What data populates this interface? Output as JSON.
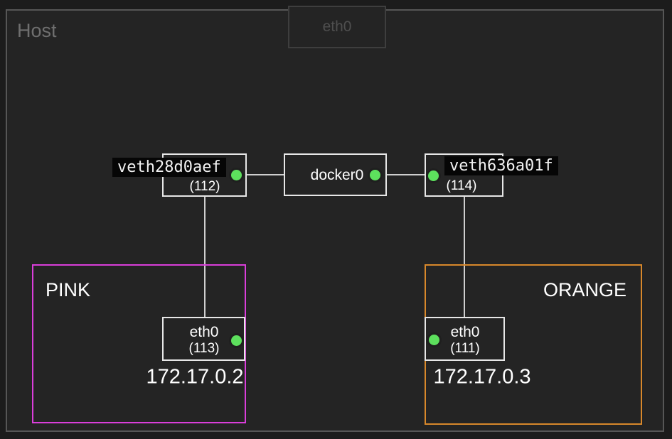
{
  "host": {
    "label": "Host"
  },
  "external_interface": {
    "label": "eth0"
  },
  "bridge": {
    "label": "docker0"
  },
  "veths": {
    "left": {
      "label": "veth28d0aef",
      "index": "(112)"
    },
    "right": {
      "label": "veth636a01f",
      "index": "(114)"
    }
  },
  "containers": {
    "pink": {
      "name": "PINK",
      "iface": "eth0",
      "index": "(113)",
      "ip": "172.17.0.2",
      "border_color": "#da3eda"
    },
    "orange": {
      "name": "ORANGE",
      "iface": "eth0",
      "index": "(111)",
      "ip": "172.17.0.3",
      "border_color": "#d8882b"
    }
  },
  "status": {
    "up_dot_color": "#5de05d"
  }
}
